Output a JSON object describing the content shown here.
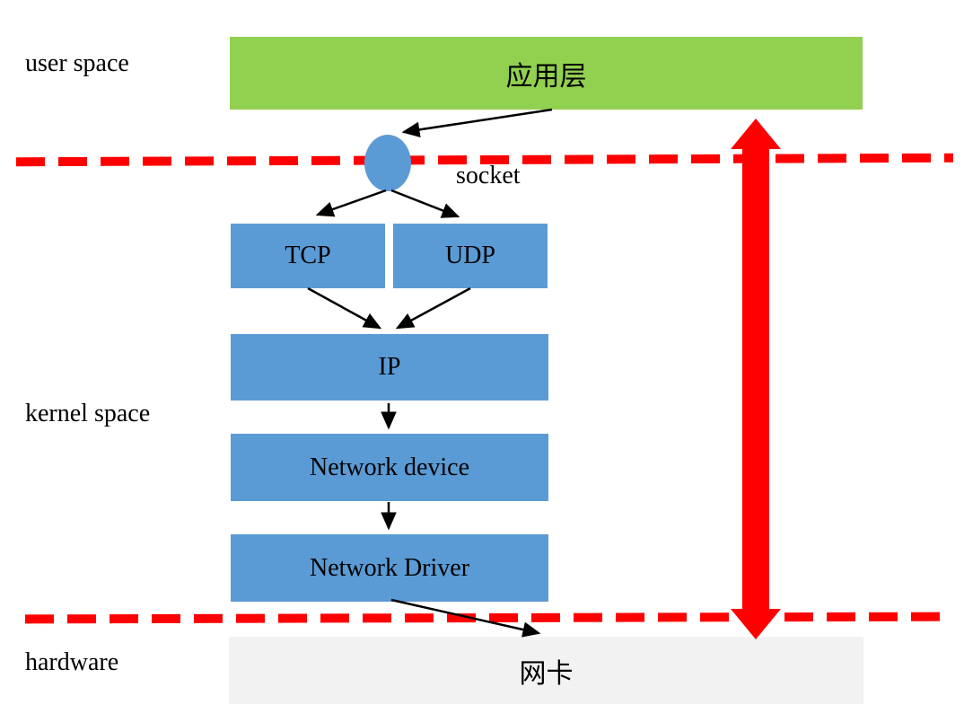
{
  "regions": {
    "user_space": "user space",
    "kernel_space": "kernel space",
    "hardware": "hardware"
  },
  "nodes": {
    "app_layer": "应用层",
    "socket": "socket",
    "tcp": "TCP",
    "udp": "UDP",
    "ip": "IP",
    "network_device": "Network device",
    "network_driver": "Network Driver",
    "nic": "网卡"
  },
  "colors": {
    "app_layer_green": "#92D050",
    "protocol_blue": "#5B9BD5",
    "boundary_red": "#FF0000",
    "hardware_gray": "#F2F2F2",
    "arrow_black": "#000000"
  }
}
